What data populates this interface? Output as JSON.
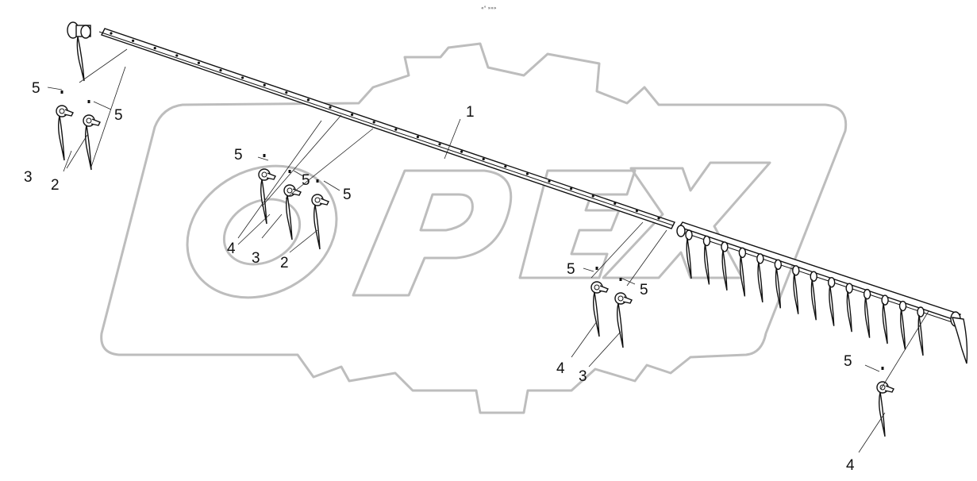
{
  "header_code": "«° »»»",
  "watermark": {
    "text": "OPEX",
    "fill": "#ffffff",
    "stroke": "#bdbdbd"
  },
  "callouts": [
    {
      "id": "c1",
      "text": "1"
    },
    {
      "id": "c2",
      "text": "5"
    },
    {
      "id": "c3",
      "text": "5"
    },
    {
      "id": "c4",
      "text": "3"
    },
    {
      "id": "c5",
      "text": "2"
    },
    {
      "id": "c6",
      "text": "5"
    },
    {
      "id": "c7",
      "text": "5"
    },
    {
      "id": "c8",
      "text": "5"
    },
    {
      "id": "c9",
      "text": "4"
    },
    {
      "id": "c10",
      "text": "3"
    },
    {
      "id": "c11",
      "text": "2"
    },
    {
      "id": "c12",
      "text": "5"
    },
    {
      "id": "c13",
      "text": "5"
    },
    {
      "id": "c14",
      "text": "4"
    },
    {
      "id": "c15",
      "text": "3"
    },
    {
      "id": "c16",
      "text": "5"
    },
    {
      "id": "c17",
      "text": "4"
    }
  ]
}
